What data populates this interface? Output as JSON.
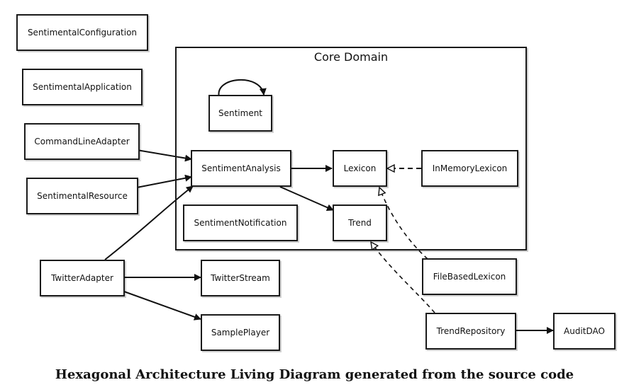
{
  "diagram": {
    "container": {
      "title": "Core Domain"
    },
    "nodes": {
      "sentimental_configuration": "SentimentalConfiguration",
      "sentimental_application": "SentimentalApplication",
      "command_line_adapter": "CommandLineAdapter",
      "sentimental_resource": "SentimentalResource",
      "twitter_adapter": "TwitterAdapter",
      "twitter_stream": "TwitterStream",
      "sample_player": "SamplePlayer",
      "sentiment": "Sentiment",
      "sentiment_analysis": "SentimentAnalysis",
      "sentiment_notification": "SentimentNotification",
      "lexicon": "Lexicon",
      "trend": "Trend",
      "in_memory_lexicon": "InMemoryLexicon",
      "file_based_lexicon": "FileBasedLexicon",
      "trend_repository": "TrendRepository",
      "audit_dao": "AuditDAO"
    },
    "edges": [
      {
        "from": "CommandLineAdapter",
        "to": "SentimentAnalysis",
        "kind": "dependency"
      },
      {
        "from": "SentimentalResource",
        "to": "SentimentAnalysis",
        "kind": "dependency"
      },
      {
        "from": "TwitterAdapter",
        "to": "SentimentAnalysis",
        "kind": "dependency"
      },
      {
        "from": "TwitterAdapter",
        "to": "TwitterStream",
        "kind": "dependency"
      },
      {
        "from": "TwitterAdapter",
        "to": "SamplePlayer",
        "kind": "dependency"
      },
      {
        "from": "Sentiment",
        "to": "Sentiment",
        "kind": "dependency"
      },
      {
        "from": "SentimentAnalysis",
        "to": "Lexicon",
        "kind": "dependency"
      },
      {
        "from": "SentimentAnalysis",
        "to": "Trend",
        "kind": "dependency"
      },
      {
        "from": "InMemoryLexicon",
        "to": "Lexicon",
        "kind": "implements"
      },
      {
        "from": "FileBasedLexicon",
        "to": "Lexicon",
        "kind": "implements"
      },
      {
        "from": "TrendRepository",
        "to": "Trend",
        "kind": "implements"
      },
      {
        "from": "TrendRepository",
        "to": "AuditDAO",
        "kind": "dependency"
      }
    ],
    "caption": "Hexagonal Architecture Living Diagram generated from the source code"
  }
}
